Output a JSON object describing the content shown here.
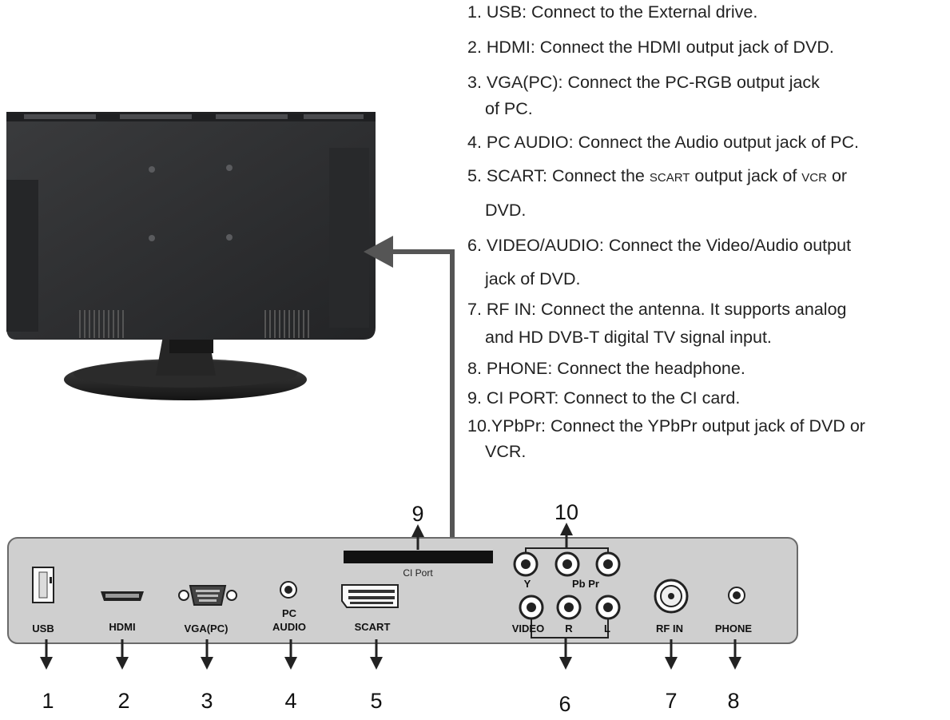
{
  "descriptions": [
    {
      "lines": [
        "1.  USB: Connect to the External drive."
      ]
    },
    {
      "lines": [
        "2. HDMI: Connect the HDMI output jack of DVD."
      ]
    },
    {
      "lines": [
        "3. VGA(PC): Connect the PC-RGB output jack",
        "of PC."
      ]
    },
    {
      "lines": [
        "4. PC AUDIO: Connect the Audio output jack of PC."
      ]
    },
    {
      "lines_rich": true,
      "pre": "5. SCART: Connect the ",
      "sc1": "SCART",
      "mid": " output jack of ",
      "sc2": "VCR",
      "post": " or",
      "lines": [
        "DVD."
      ]
    },
    {
      "lines": [
        "6. VIDEO/AUDIO: Connect the Video/Audio output",
        "jack of DVD."
      ]
    },
    {
      "lines": [
        "7. RF IN: Connect the antenna. It supports analog",
        "and HD DVB-T digital TV signal input."
      ]
    },
    {
      "lines": [
        "8. PHONE: Connect  the headphone."
      ]
    },
    {
      "lines": [
        "9. CI PORT: Connect to the CI card."
      ]
    },
    {
      "lines": [
        "10.YPbPr: Connect the YPbPr output jack of DVD or",
        "VCR."
      ]
    }
  ],
  "panel": {
    "port_labels": {
      "usb": "USB",
      "hdmi": "HDMI",
      "vga": "VGA(PC)",
      "pc_audio_1": "PC",
      "pc_audio_2": "AUDIO",
      "scart": "SCART",
      "ci_port": "CI Port",
      "y": "Y",
      "pb_pr": "Pb Pr",
      "video": "VIDEO",
      "r": "R",
      "l": "L",
      "rf_in": "RF IN",
      "phone": "PHONE"
    },
    "callouts": {
      "n1": "1",
      "n2": "2",
      "n3": "3",
      "n4": "4",
      "n5": "5",
      "n6": "6",
      "n7": "7",
      "n8": "8",
      "n9": "9",
      "n10": "10"
    }
  },
  "colors": {
    "panel_fill": "#cfcfcf",
    "panel_border": "#6a6a6a",
    "tv_body": "#2f3032",
    "arrow": "#222222",
    "connector_line": "#555555"
  }
}
